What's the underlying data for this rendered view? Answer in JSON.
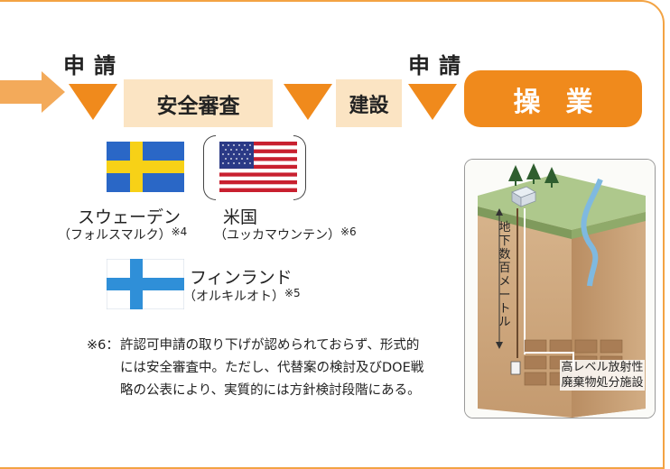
{
  "process": {
    "apply_label_1": "申請",
    "apply_label_2": "申請",
    "safety_review": "安全審査",
    "construction": "建設",
    "operation": "操業"
  },
  "countries": [
    {
      "name": "スウェーデン",
      "site": "（フォルスマルク）",
      "note_ref": "※4",
      "flag": "sweden-flag"
    },
    {
      "name": "米国",
      "site": "（ユッカマウンテン）",
      "note_ref": "※6",
      "flag": "usa-flag"
    },
    {
      "name": "フィンランド",
      "site": "（オルキルオト）",
      "note_ref": "※5",
      "flag": "finland-flag"
    }
  ],
  "footnote": {
    "marker": "※6：",
    "text": "許認可申請の取り下げが認められておらず、形式的には安全審査中。ただし、代替案の検討及びDOE戦略の公表により、実質的には方針検討段階にある。"
  },
  "illustration": {
    "depth_label": "地下数百メートル",
    "facility_label": "高レベル放射性廃棄物処分施設"
  },
  "colors": {
    "accent": "#f08a1c",
    "arrow_in": "#f3aa5a",
    "box_fill": "#fbe4c3",
    "frame": "#f3a343"
  }
}
